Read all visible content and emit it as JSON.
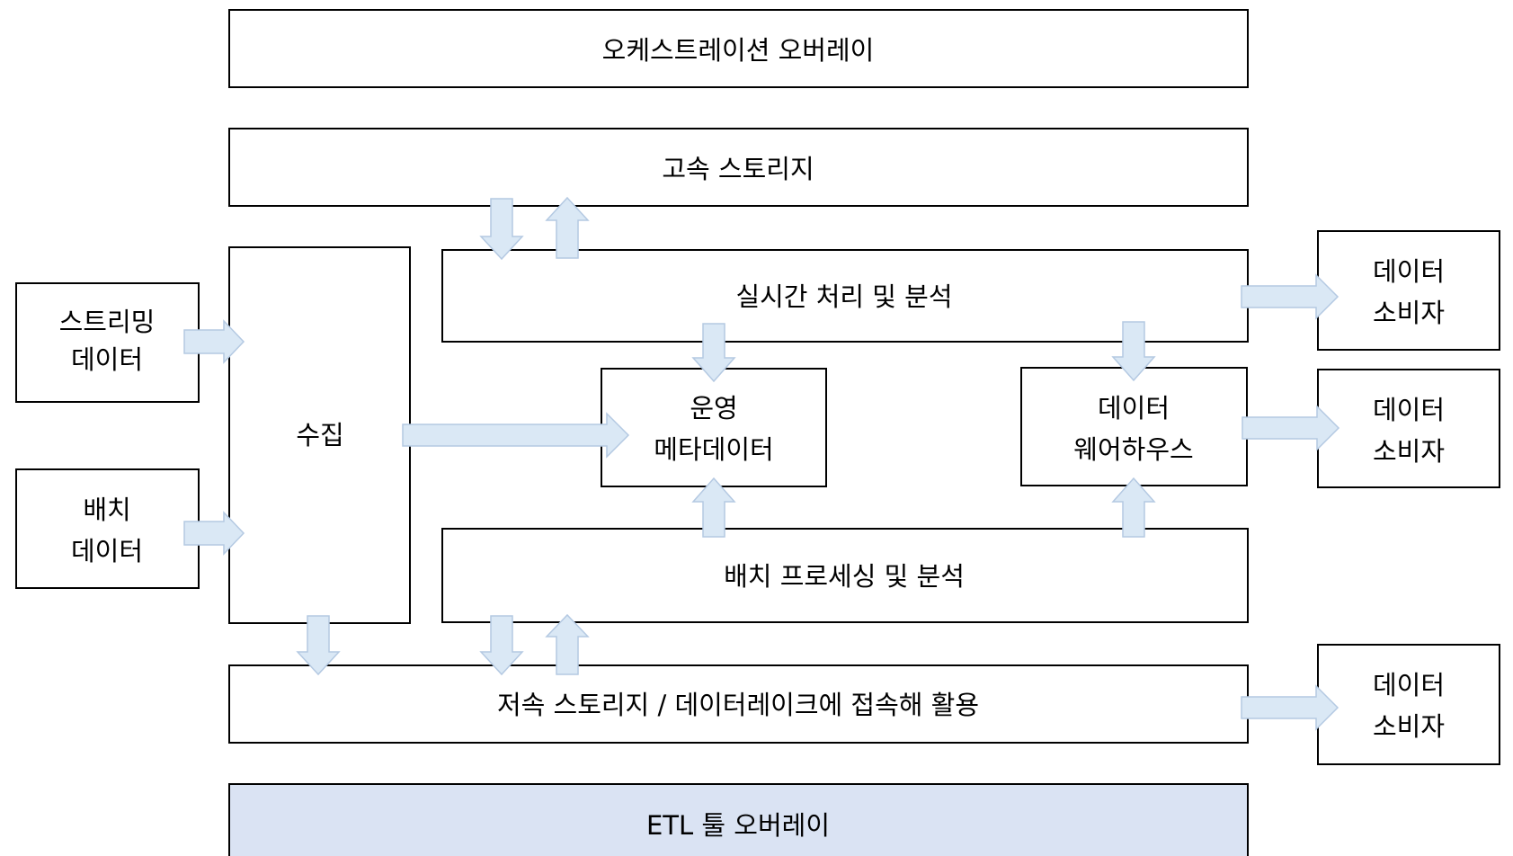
{
  "nodes": {
    "orchestration": {
      "label": "오케스트레이션 오버레이"
    },
    "high_speed_storage": {
      "label": "고속 스토리지"
    },
    "streaming_data": {
      "label_line1": "스트리밍",
      "label_line2": "데이터"
    },
    "batch_data": {
      "label_line1": "배치",
      "label_line2": "데이터"
    },
    "collection": {
      "label": "수집"
    },
    "realtime": {
      "label": "실시간 처리 및 분석"
    },
    "metadata": {
      "label_line1": "운영",
      "label_line2": "메타데이터"
    },
    "warehouse": {
      "label_line1": "데이터",
      "label_line2": "웨어하우스"
    },
    "batch_processing": {
      "label": "배치 프로세싱 및 분석"
    },
    "low_speed_storage": {
      "label": "저속 스토리지 / 데이터레이크에 접속해 활용"
    },
    "etl": {
      "label": "ETL 툴 오버레이"
    },
    "consumer_1": {
      "label_line1": "데이터",
      "label_line2": "소비자"
    },
    "consumer_2": {
      "label_line1": "데이터",
      "label_line2": "소비자"
    },
    "consumer_3": {
      "label_line1": "데이터",
      "label_line2": "소비자"
    }
  },
  "colors": {
    "etl_fill": "#dae3f3",
    "arrow_fill": "#dae8f5",
    "arrow_stroke": "#b4c9e2",
    "box_stroke": "#000000"
  }
}
